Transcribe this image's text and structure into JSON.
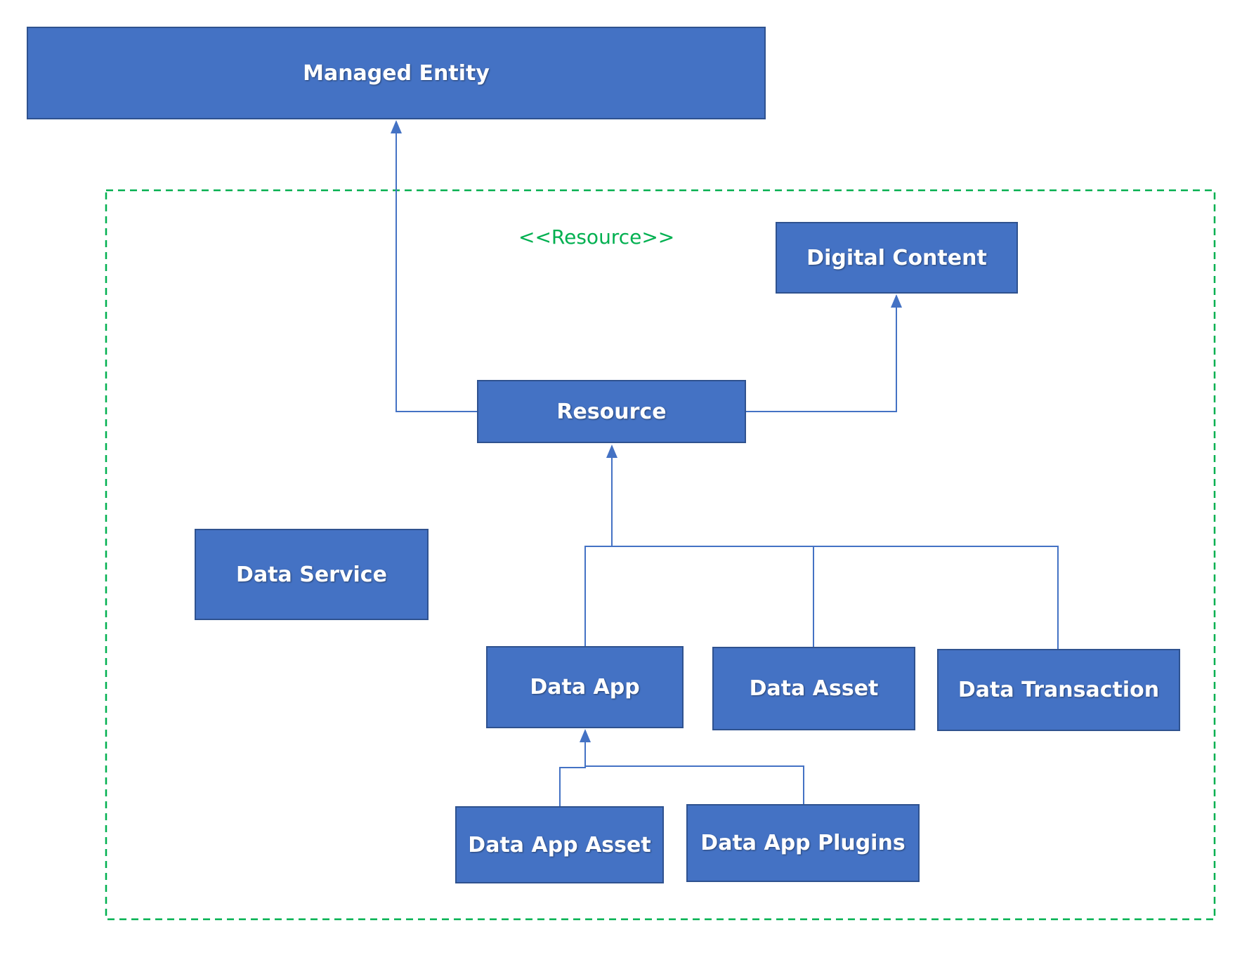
{
  "colors": {
    "box_fill": "#4472c4",
    "box_border": "#2f528f",
    "connector": "#4472c4",
    "boundary": "#00b050",
    "stereotype_text": "#00b050",
    "label_text": "#ffffff"
  },
  "boundary": {
    "stereotype": "<<Resource>>"
  },
  "nodes": {
    "managed_entity": "Managed Entity",
    "digital_content": "Digital Content",
    "resource": "Resource",
    "data_service": "Data Service",
    "data_app": "Data App",
    "data_asset": "Data Asset",
    "data_transaction": "Data Transaction",
    "data_app_asset": "Data App Asset",
    "data_app_plugins": "Data App Plugins"
  },
  "relations": [
    {
      "from": "resource",
      "to": "managed_entity",
      "kind": "generalization"
    },
    {
      "from": "resource",
      "to": "digital_content",
      "kind": "generalization"
    },
    {
      "from": "data_app",
      "to": "resource",
      "kind": "generalization"
    },
    {
      "from": "data_asset",
      "to": "resource",
      "kind": "generalization"
    },
    {
      "from": "data_transaction",
      "to": "resource",
      "kind": "generalization"
    },
    {
      "from": "data_app_asset",
      "to": "data_app",
      "kind": "generalization"
    },
    {
      "from": "data_app_plugins",
      "to": "data_app",
      "kind": "generalization"
    }
  ]
}
